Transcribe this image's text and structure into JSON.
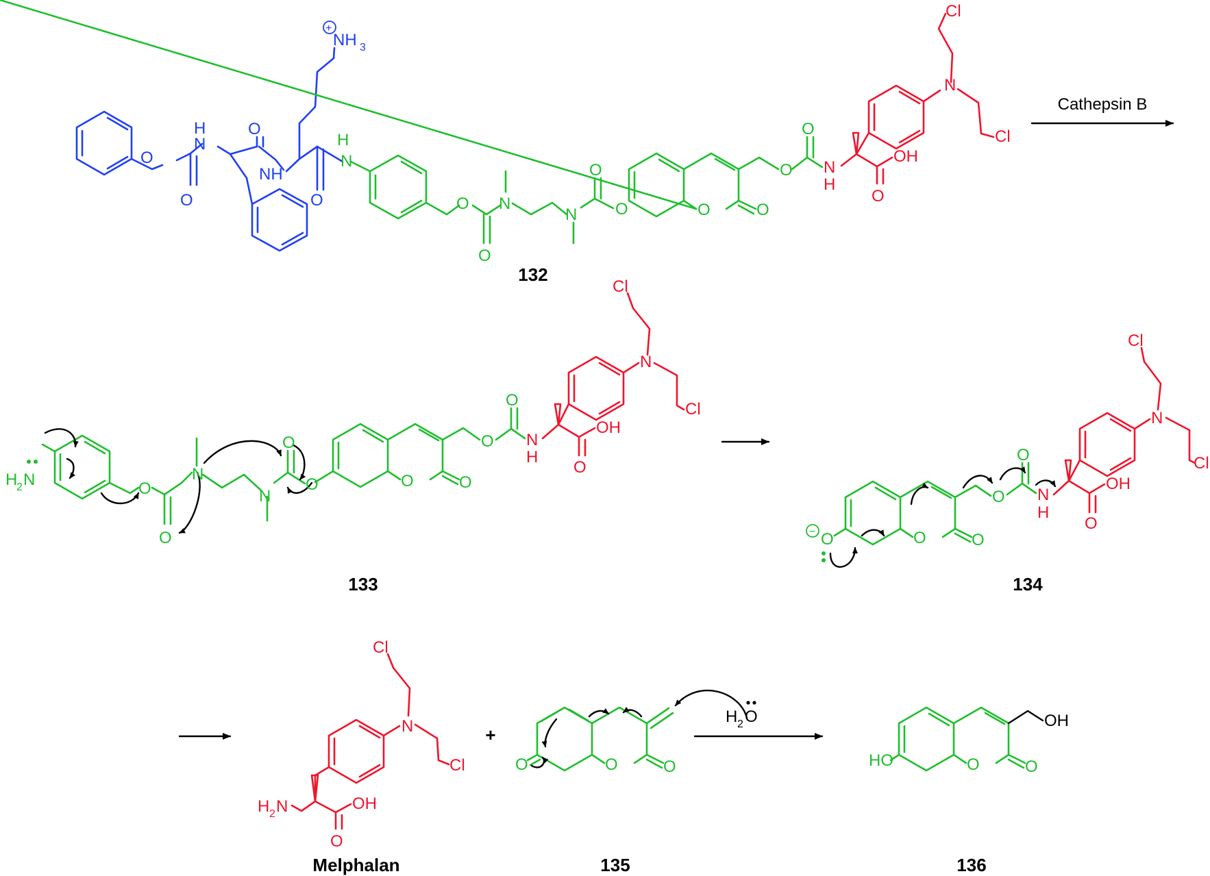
{
  "colors": {
    "peptide": "#1f3ff5",
    "linker": "#1fbe2e",
    "drug": "#f0142c",
    "text": "#000000"
  },
  "compounds": {
    "c132": "132",
    "c133": "133",
    "c134": "134",
    "melphalan": "Melphalan",
    "c135": "135",
    "c136": "136"
  },
  "reagents": {
    "enzyme": "Cathepsin B",
    "water_h": "H",
    "water_sub": "2",
    "water_o": "O"
  },
  "atoms": {
    "cl": "Cl",
    "n": "N",
    "nh": "NH",
    "h": "H",
    "o": "O",
    "oh": "OH",
    "ho": "HO",
    "nh3": "NH",
    "sub3": "3",
    "h2n": "H",
    "sub2": "2",
    "plus_charge": "+",
    "minus_charge": "−",
    "plus_sign": "+"
  }
}
